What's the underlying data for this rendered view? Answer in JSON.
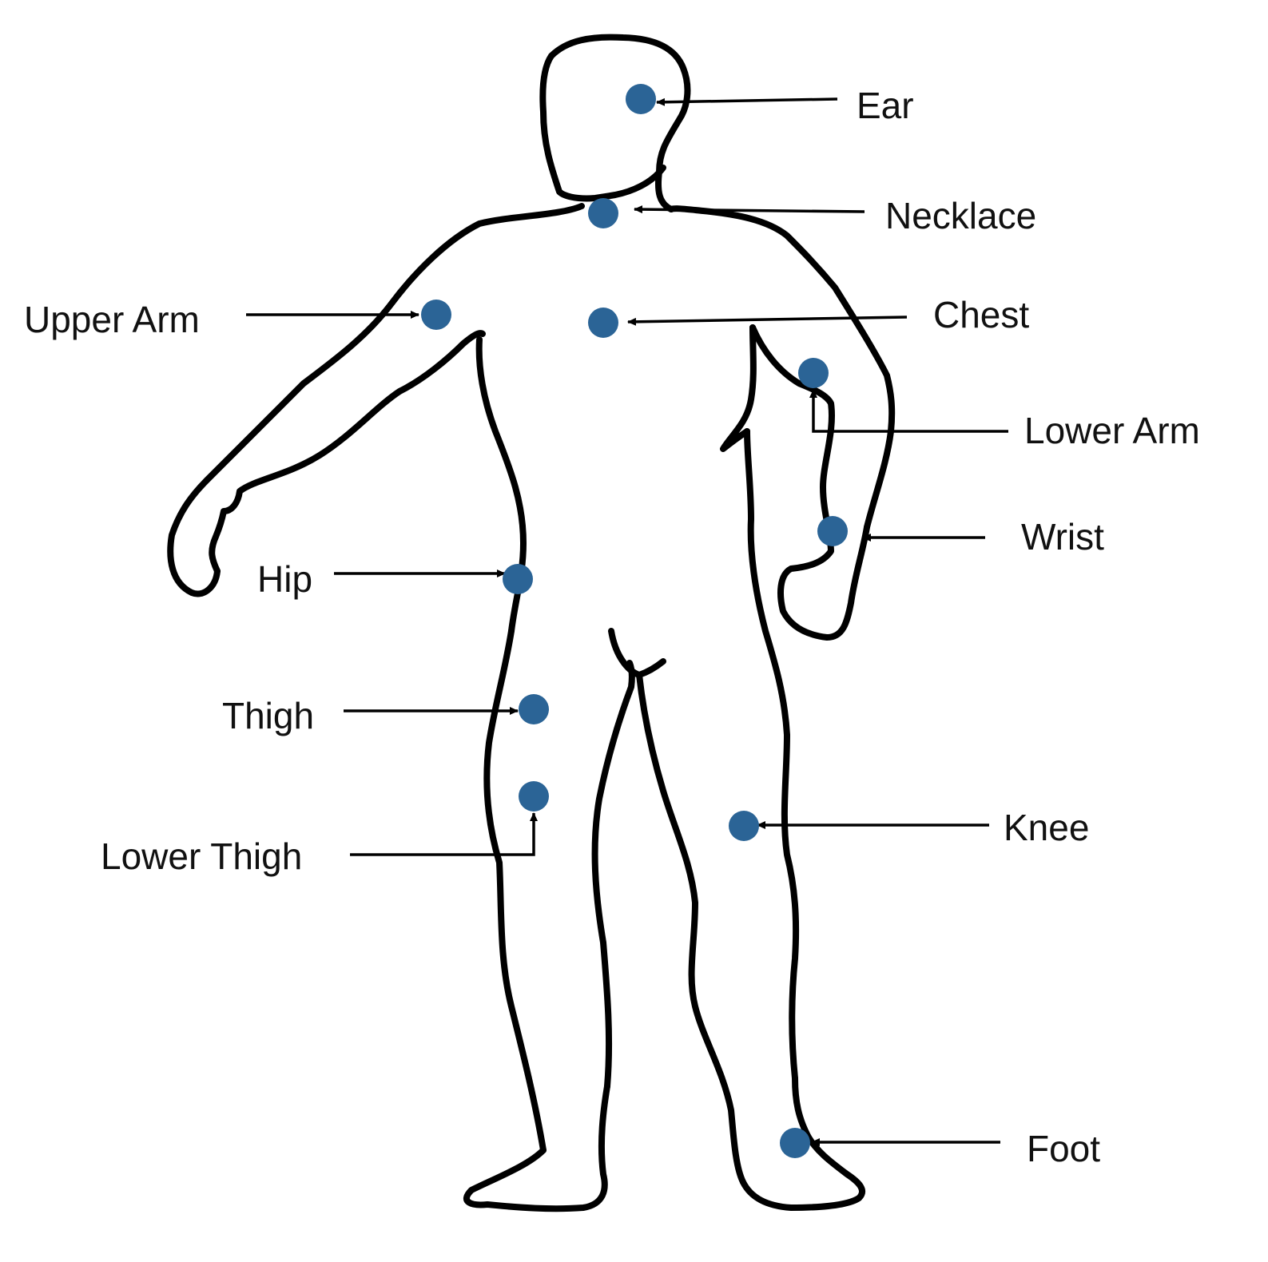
{
  "colors": {
    "marker": "#2b6496",
    "outline": "#000000",
    "text": "#111111"
  },
  "labels": {
    "ear": "Ear",
    "necklace": "Necklace",
    "upper_arm": "Upper Arm",
    "chest": "Chest",
    "lower_arm": "Lower Arm",
    "wrist": "Wrist",
    "hip": "Hip",
    "thigh": "Thigh",
    "lower_thigh": "Lower Thigh",
    "knee": "Knee",
    "foot": "Foot"
  }
}
